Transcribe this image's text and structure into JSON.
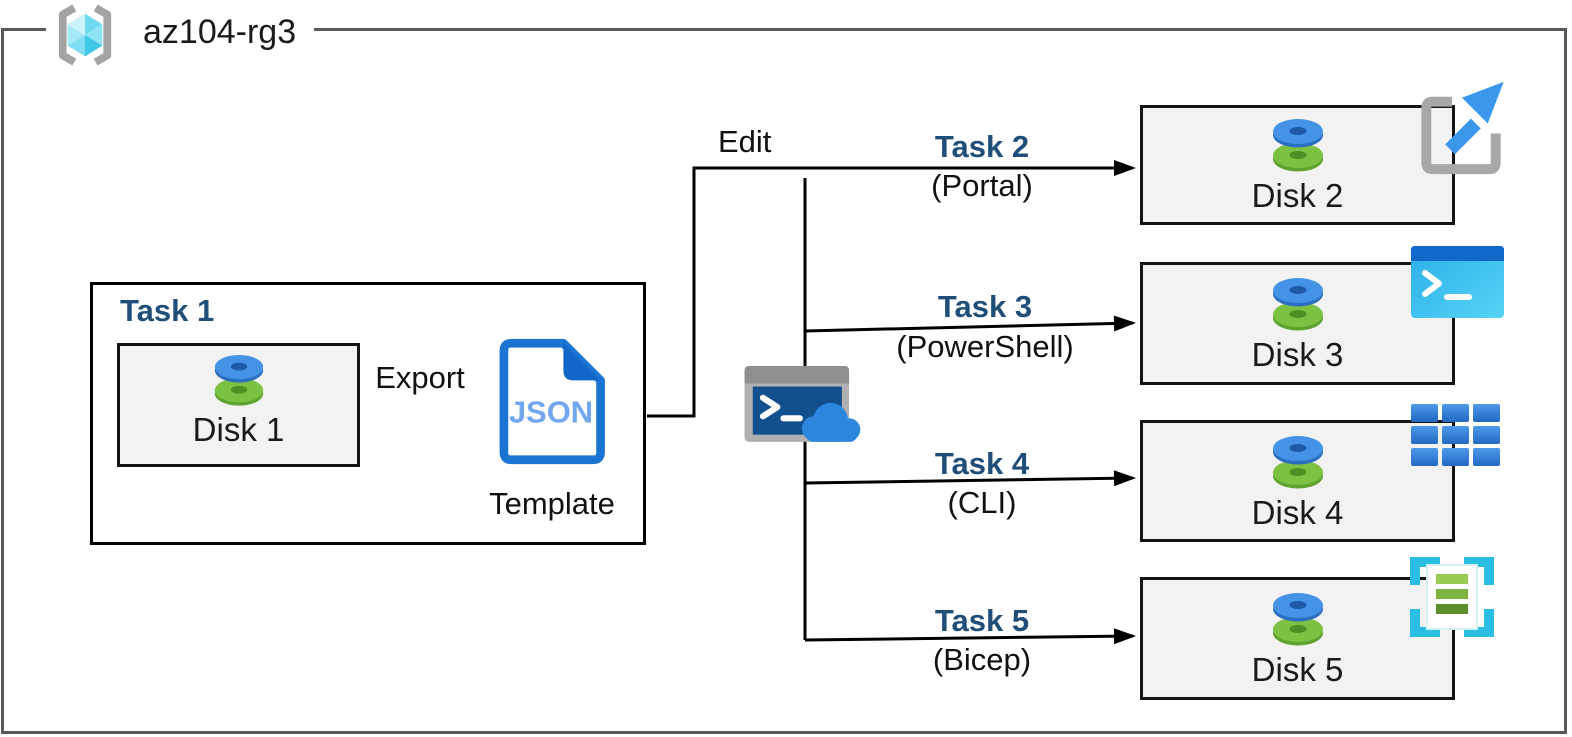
{
  "diagram": {
    "resource_group": "az104-rg3",
    "task1": {
      "title": "Task 1",
      "disk": "Disk 1"
    },
    "export": {
      "label": "Export"
    },
    "template": {
      "badge": "JSON",
      "caption": "Template"
    },
    "edit": {
      "label": "Edit"
    },
    "branches": [
      {
        "task": "Task 2",
        "method": "(Portal)",
        "disk": "Disk 2",
        "tool_icon": "azure-portal-icon"
      },
      {
        "task": "Task 3",
        "method": "(PowerShell)",
        "disk": "Disk 3",
        "tool_icon": "powershell-icon"
      },
      {
        "task": "Task 4",
        "method": "(CLI)",
        "disk": "Disk 4",
        "tool_icon": "azure-cli-icon"
      },
      {
        "task": "Task 5",
        "method": "(Bicep)",
        "disk": "Disk 5",
        "tool_icon": "bicep-template-icon"
      }
    ],
    "icons": {
      "resource_group": "resource-group-icon",
      "disk": "managed-disk-icon",
      "json_template": "json-file-icon",
      "cloud_shell": "cloud-shell-icon"
    },
    "colors": {
      "outer_border": "#595959",
      "task_heading": "#1F4E79",
      "box_fill": "#F2F2F2",
      "line": "#000000",
      "disk_blue": "#4593E6",
      "disk_green": "#7CC142",
      "json_outline": "#1A75D2",
      "json_text": "#70A7EE",
      "portal_arrow": "#3A97EC",
      "powershell_body": "#35BFEF",
      "cli_blue": "#2E7CD6",
      "bicep_cyan": "#2ABEE2",
      "cloud_blue": "#2E87DF",
      "rg_cube_cyan": "#50D0EA"
    }
  }
}
